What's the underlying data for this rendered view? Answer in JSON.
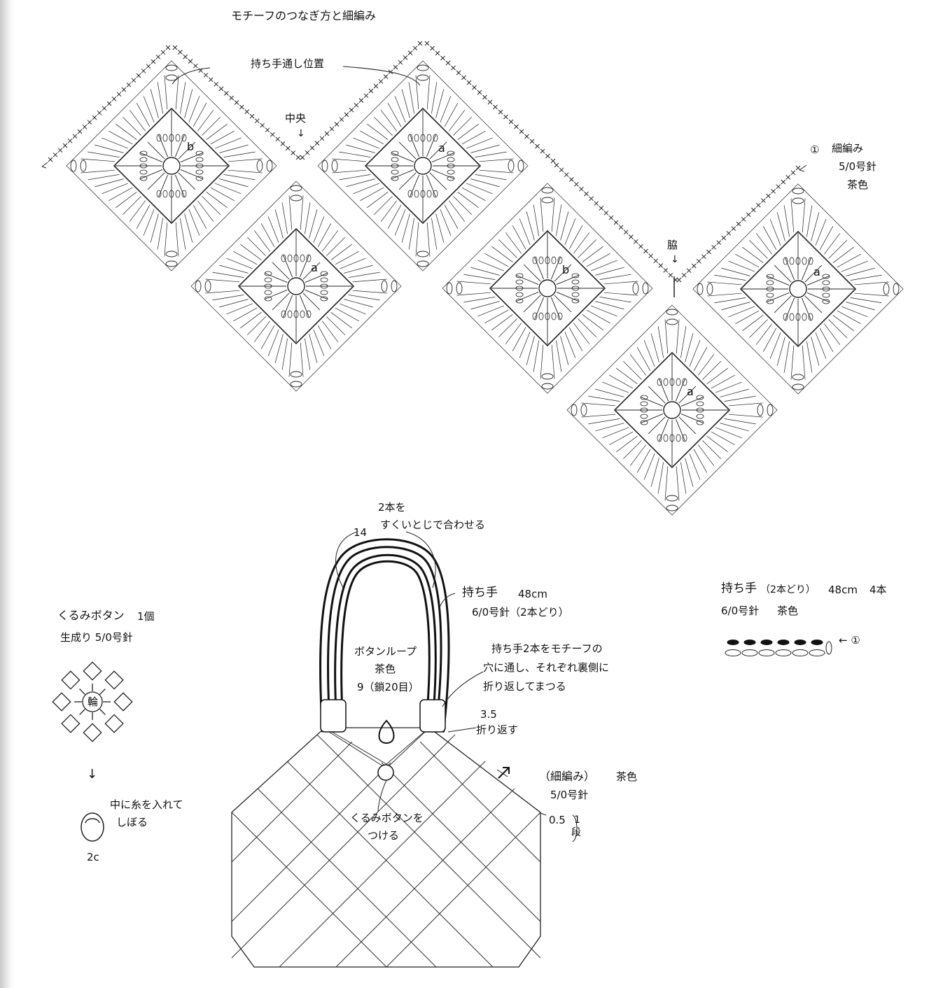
{
  "title": "モチーフのつなぎ方と細編み",
  "top_chart": {
    "handle_position": "持ち手通し位置",
    "center": "中央",
    "side": "脇",
    "motif_letters": [
      "b",
      "a",
      "a",
      "b",
      "a",
      "a"
    ],
    "start_marker": "①",
    "edging": {
      "name": "細編み",
      "hook": "5/0号針",
      "color": "茶色"
    }
  },
  "bag": {
    "handle_join_line1": "2本を",
    "handle_join_line2": "すくいとじで合わせる",
    "handle_gap": "14",
    "handle_title": "持ち手",
    "handle_length": "48cm",
    "handle_hook": "6/0号針（2本どり）",
    "handle_attach_line1": "持ち手2本をモチーフの",
    "handle_attach_line2": "穴に通し、それぞれ裏側に",
    "handle_attach_line3": "折り返してまつる",
    "fold_size": "3.5",
    "fold_label": "折り返す",
    "loop_title": "ボタンループ",
    "loop_color": "茶色",
    "loop_size": "9（鎖20目）",
    "button_line1": "くるみボタンを",
    "button_line2": "つける",
    "edge_title": "（細編み）",
    "edge_color": "茶色",
    "edge_hook": "5/0号針",
    "edge_height": "0.5",
    "edge_rows_num": "1",
    "edge_rows_unit": "段"
  },
  "button": {
    "title": "くるみボタン",
    "count": "1個",
    "yarn": "生成り 5/0号針",
    "ring": "輪",
    "arrow": "↓",
    "note_line1": "中に糸を入れて",
    "note_line2": "しぼる",
    "size": "2c"
  },
  "handle_detail": {
    "title": "持ち手",
    "strand": "（2本どり）",
    "length": "48cm",
    "count": "4本",
    "hook": "6/0号針",
    "color": "茶色",
    "start": "← ①"
  }
}
